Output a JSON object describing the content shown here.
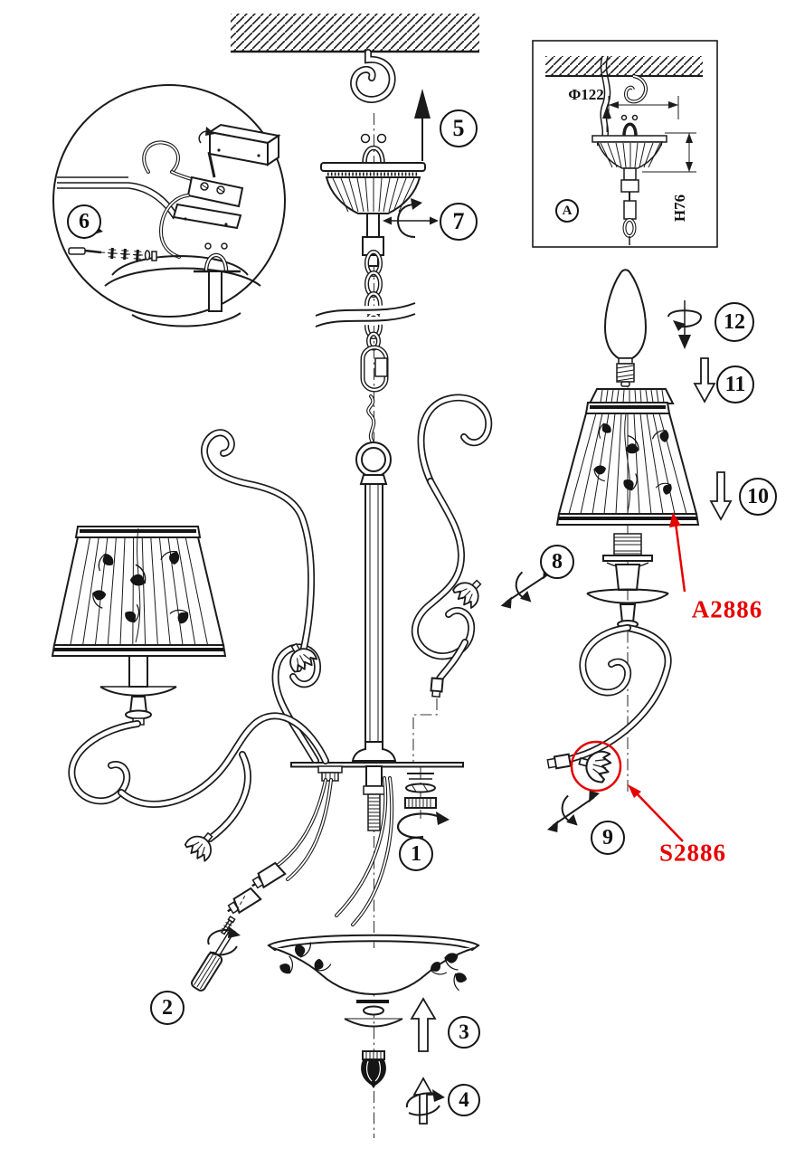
{
  "colors": {
    "line": "#1b1b1b",
    "red": "#e60000",
    "background": "#ffffff"
  },
  "steps": [
    {
      "num": "1",
      "icon": "rotate-icon"
    },
    {
      "num": "2",
      "icon": "screwdriver-rotate-icon"
    },
    {
      "num": "3",
      "icon": "arrow-up-icon"
    },
    {
      "num": "4",
      "icon": "rotate-arrow-up-icon"
    },
    {
      "num": "5",
      "icon": "arrow-up-icon"
    },
    {
      "num": "6",
      "icon": "wiring-detail-view"
    },
    {
      "num": "7",
      "icon": "rotate-icon"
    },
    {
      "num": "8",
      "icon": "rotate-diagonal-icon"
    },
    {
      "num": "9",
      "icon": "rotate-diagonal-icon"
    },
    {
      "num": "10",
      "icon": "arrow-down-icon"
    },
    {
      "num": "11",
      "icon": "arrow-down-icon"
    },
    {
      "num": "12",
      "icon": "rotate-arrow-down-icon"
    }
  ],
  "detail_view": {
    "label": "A",
    "diameter_dim": "Φ122",
    "height_dim": "H76"
  },
  "part_labels": {
    "shade_code": "A2886",
    "flower_code": "S2886"
  }
}
